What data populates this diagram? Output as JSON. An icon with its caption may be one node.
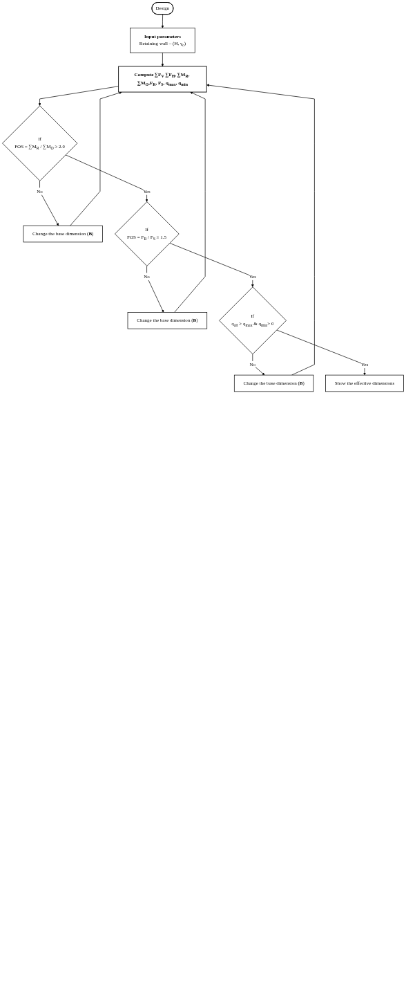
{
  "diagram": {
    "nodes": [
      {
        "text": [
          "Design"
        ]
      },
      {
        "text": [
          "Input parameters",
          "Retaining wall – (H, γ$_{c}$)"
        ]
      },
      {
        "text": [
          "Compute ∑F$_{V}$ ∑F$_{H}$, ∑M$_{R}$, ∑M$_{O}$,F$_{R}$, F$_{S}$, q$_{max}$, q$_{min}$"
        ]
      },
      {
        "text": [
          "Change the base dimension (**B**)"
        ]
      },
      {
        "text": [
          "If",
          "FOS = ∑M$_{R}$ / ∑M$_{O}$ ≥ 2.0"
        ]
      },
      {
        "text": [
          "Change the base dimension (**B**)"
        ]
      },
      {
        "text": [
          "If",
          "FOS = F$_{R}$ / F$_{S}$ ≥ 1.5"
        ]
      },
      {
        "text": [
          "Change the base dimension (**B**)"
        ]
      },
      {
        "text": [
          "If",
          "q$_{all}$ ≥ q$_{max}$ & q$_{min}$> 0"
        ]
      },
      {
        "text": [
          "Show the effective dimensions"
        ]
      }
    ],
    "edges": [
      {
        "from": 0,
        "to": 1,
        "arrow": "to"
      },
      {
        "from": 1,
        "to": 2,
        "arrow": "to"
      },
      {
        "from": 2,
        "to": 4,
        "arrow": "to"
      },
      {
        "from": 4,
        "to": 3,
        "arrow": "to",
        "label": "No"
      },
      {
        "from": 3,
        "to": 2,
        "arrow": "to"
      },
      {
        "from": 4,
        "to": 6,
        "arrow": "to",
        "label": "Yes"
      },
      {
        "from": 6,
        "to": 5,
        "arrow": "to",
        "label": "No"
      },
      {
        "from": 5,
        "to": 2,
        "arrow": "to"
      },
      {
        "from": 6,
        "to": 8,
        "arrow": "to",
        "label": "Yes"
      },
      {
        "from": 8,
        "to": 7,
        "arrow": "to",
        "label": "No"
      },
      {
        "from": 7,
        "to": 2,
        "arrow": "to"
      },
      {
        "from": 8,
        "to": 9,
        "arrow": "to",
        "label": "Yes"
      }
    ]
  }
}
